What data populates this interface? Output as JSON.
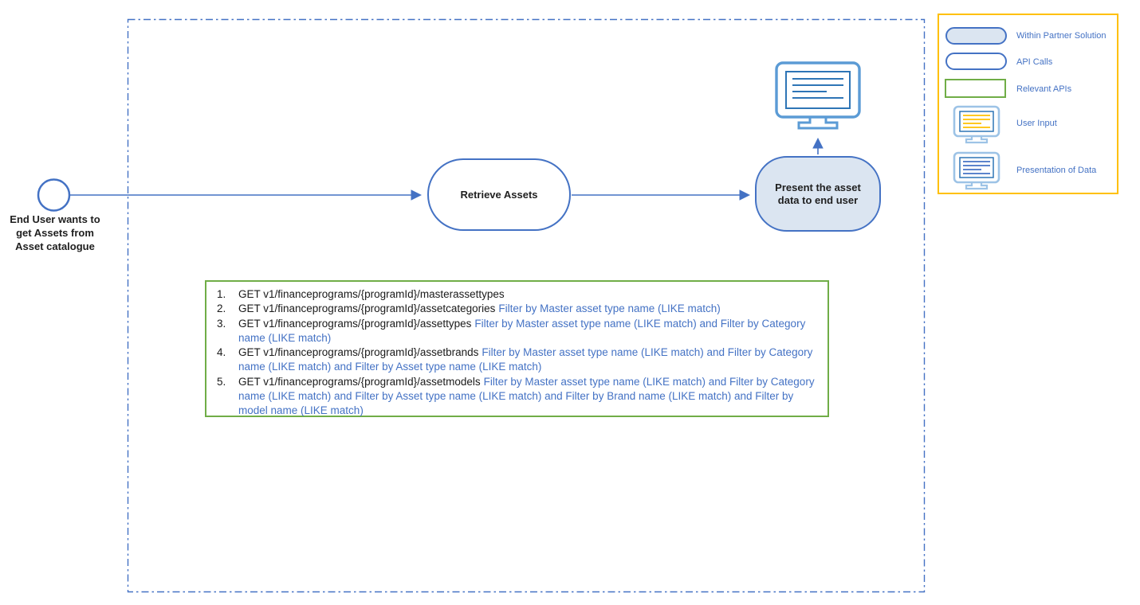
{
  "colors": {
    "accent_blue": "#4472C4",
    "node_fill_blue": "#DBE5F1",
    "monitor_frame_blue": "#5B9BD5",
    "monitor_screen_blue": "#2E75B6",
    "user_input_line_yellow": "#FFC000",
    "legend_border_gold": "#FFC000",
    "api_box_border_green": "#70AD47"
  },
  "flow": {
    "start": {
      "label": "End User wants to get Assets from Asset catalogue",
      "icon": "start-circle-icon"
    },
    "retrieve_node": {
      "label": "Retrieve Assets"
    },
    "present_node": {
      "label": "Present the asset data to end user"
    },
    "present_output_icon": "monitor-presentation-icon"
  },
  "api_box": {
    "items": [
      {
        "num": "1.",
        "path": "GET v1/financeprograms/{programId}/masterassettypes",
        "filter": ""
      },
      {
        "num": "2.",
        "path": "GET v1/financeprograms/{programId}/assetcategories",
        "filter": "Filter by Master asset type name (LIKE match)"
      },
      {
        "num": "3.",
        "path": "GET v1/financeprograms/{programId}/assettypes",
        "filter": "Filter by Master asset type name (LIKE match) and Filter by Category name (LIKE match)"
      },
      {
        "num": "4.",
        "path": "GET v1/financeprograms/{programId}/assetbrands",
        "filter": "Filter by Master asset type name (LIKE match) and Filter by Category name (LIKE match)  and Filter by Asset type name (LIKE match)"
      },
      {
        "num": "5.",
        "path": "GET v1/financeprograms/{programId}/assetmodels",
        "filter": "Filter by Master asset type name (LIKE match) and Filter by Category name (LIKE match)  and Filter by Asset type name (LIKE match) and Filter by Brand name (LIKE match) and Filter by model name (LIKE match)"
      }
    ]
  },
  "legend": {
    "items": [
      {
        "label": "Within Partner Solution",
        "icon": "filled-stadium-icon"
      },
      {
        "label": "API Calls",
        "icon": "outline-stadium-icon"
      },
      {
        "label": "Relevant APIs",
        "icon": "green-rectangle-icon"
      },
      {
        "label": "User Input",
        "icon": "monitor-user-input-icon"
      },
      {
        "label": "Presentation of Data",
        "icon": "monitor-presentation-icon"
      }
    ]
  }
}
